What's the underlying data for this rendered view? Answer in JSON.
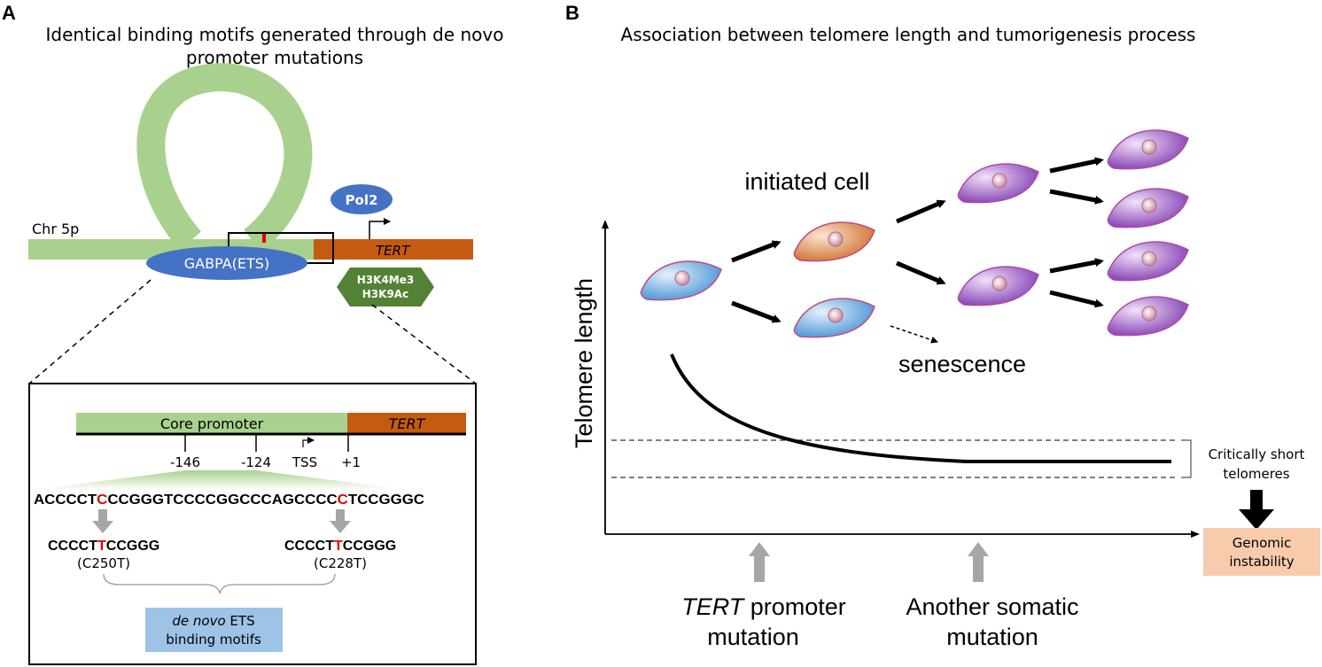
{
  "panel_a": {
    "letter": "A",
    "title_line1": "Identical binding motifs generated through de novo",
    "title_line2": "promoter mutations",
    "chr_label": "Chr 5p",
    "pol2_label": "Pol2",
    "tert_label": "TERT",
    "gabpa_label": "GABPA(ETS)",
    "histone_line1": "H3K4Me3",
    "histone_line2": "H3K9Ac",
    "inset": {
      "core_promoter_label": "Core promoter",
      "tert_label": "TERT",
      "ticks": [
        "-146",
        "-124",
        "TSS",
        "+1"
      ],
      "sequence": {
        "part1": "ACCCCT",
        "mut1": "C",
        "part2": "CCGGGTCCCCGGCCCAGCCCC",
        "mut2": "C",
        "part3": "TCCGGGC"
      },
      "motif_left": {
        "pre": "CCCCT",
        "mut": "T",
        "post": "CCGGG",
        "label": "(C250T)"
      },
      "motif_right": {
        "pre": "CCCCT",
        "mut": "T",
        "post": "CCGGG",
        "label": "(C228T)"
      },
      "box_line1_italic": "de novo",
      "box_line1_rest": " ETS",
      "box_line2": "binding motifs"
    }
  },
  "panel_b": {
    "letter": "B",
    "title": "Association between telomere length and tumorigenesis process",
    "y_axis_label": "Telomere length",
    "initiated_cell_label": "initiated cell",
    "senescence_label": "senescence",
    "critical_line1": "Critically short",
    "critical_line2": "telomeres",
    "genomic_line1": "Genomic",
    "genomic_line2": "instability",
    "mutation1_italic": "TERT",
    "mutation1_rest": " promoter",
    "mutation1_line2": "mutation",
    "mutation2_line1": "Another somatic",
    "mutation2_line2": "mutation"
  },
  "colors": {
    "chromosome_green": "#a9d18e",
    "tert_orange": "#c55a11",
    "protein_blue": "#4472c4",
    "histone_green": "#548235",
    "mutation_red": "#e00000",
    "motif_box_blue": "#9dc3e6",
    "genomic_box": "#f8cbad",
    "cell_blue": "#5b9bd5",
    "cell_orange": "#d87a3a",
    "cell_purple": "#8a45b5"
  }
}
